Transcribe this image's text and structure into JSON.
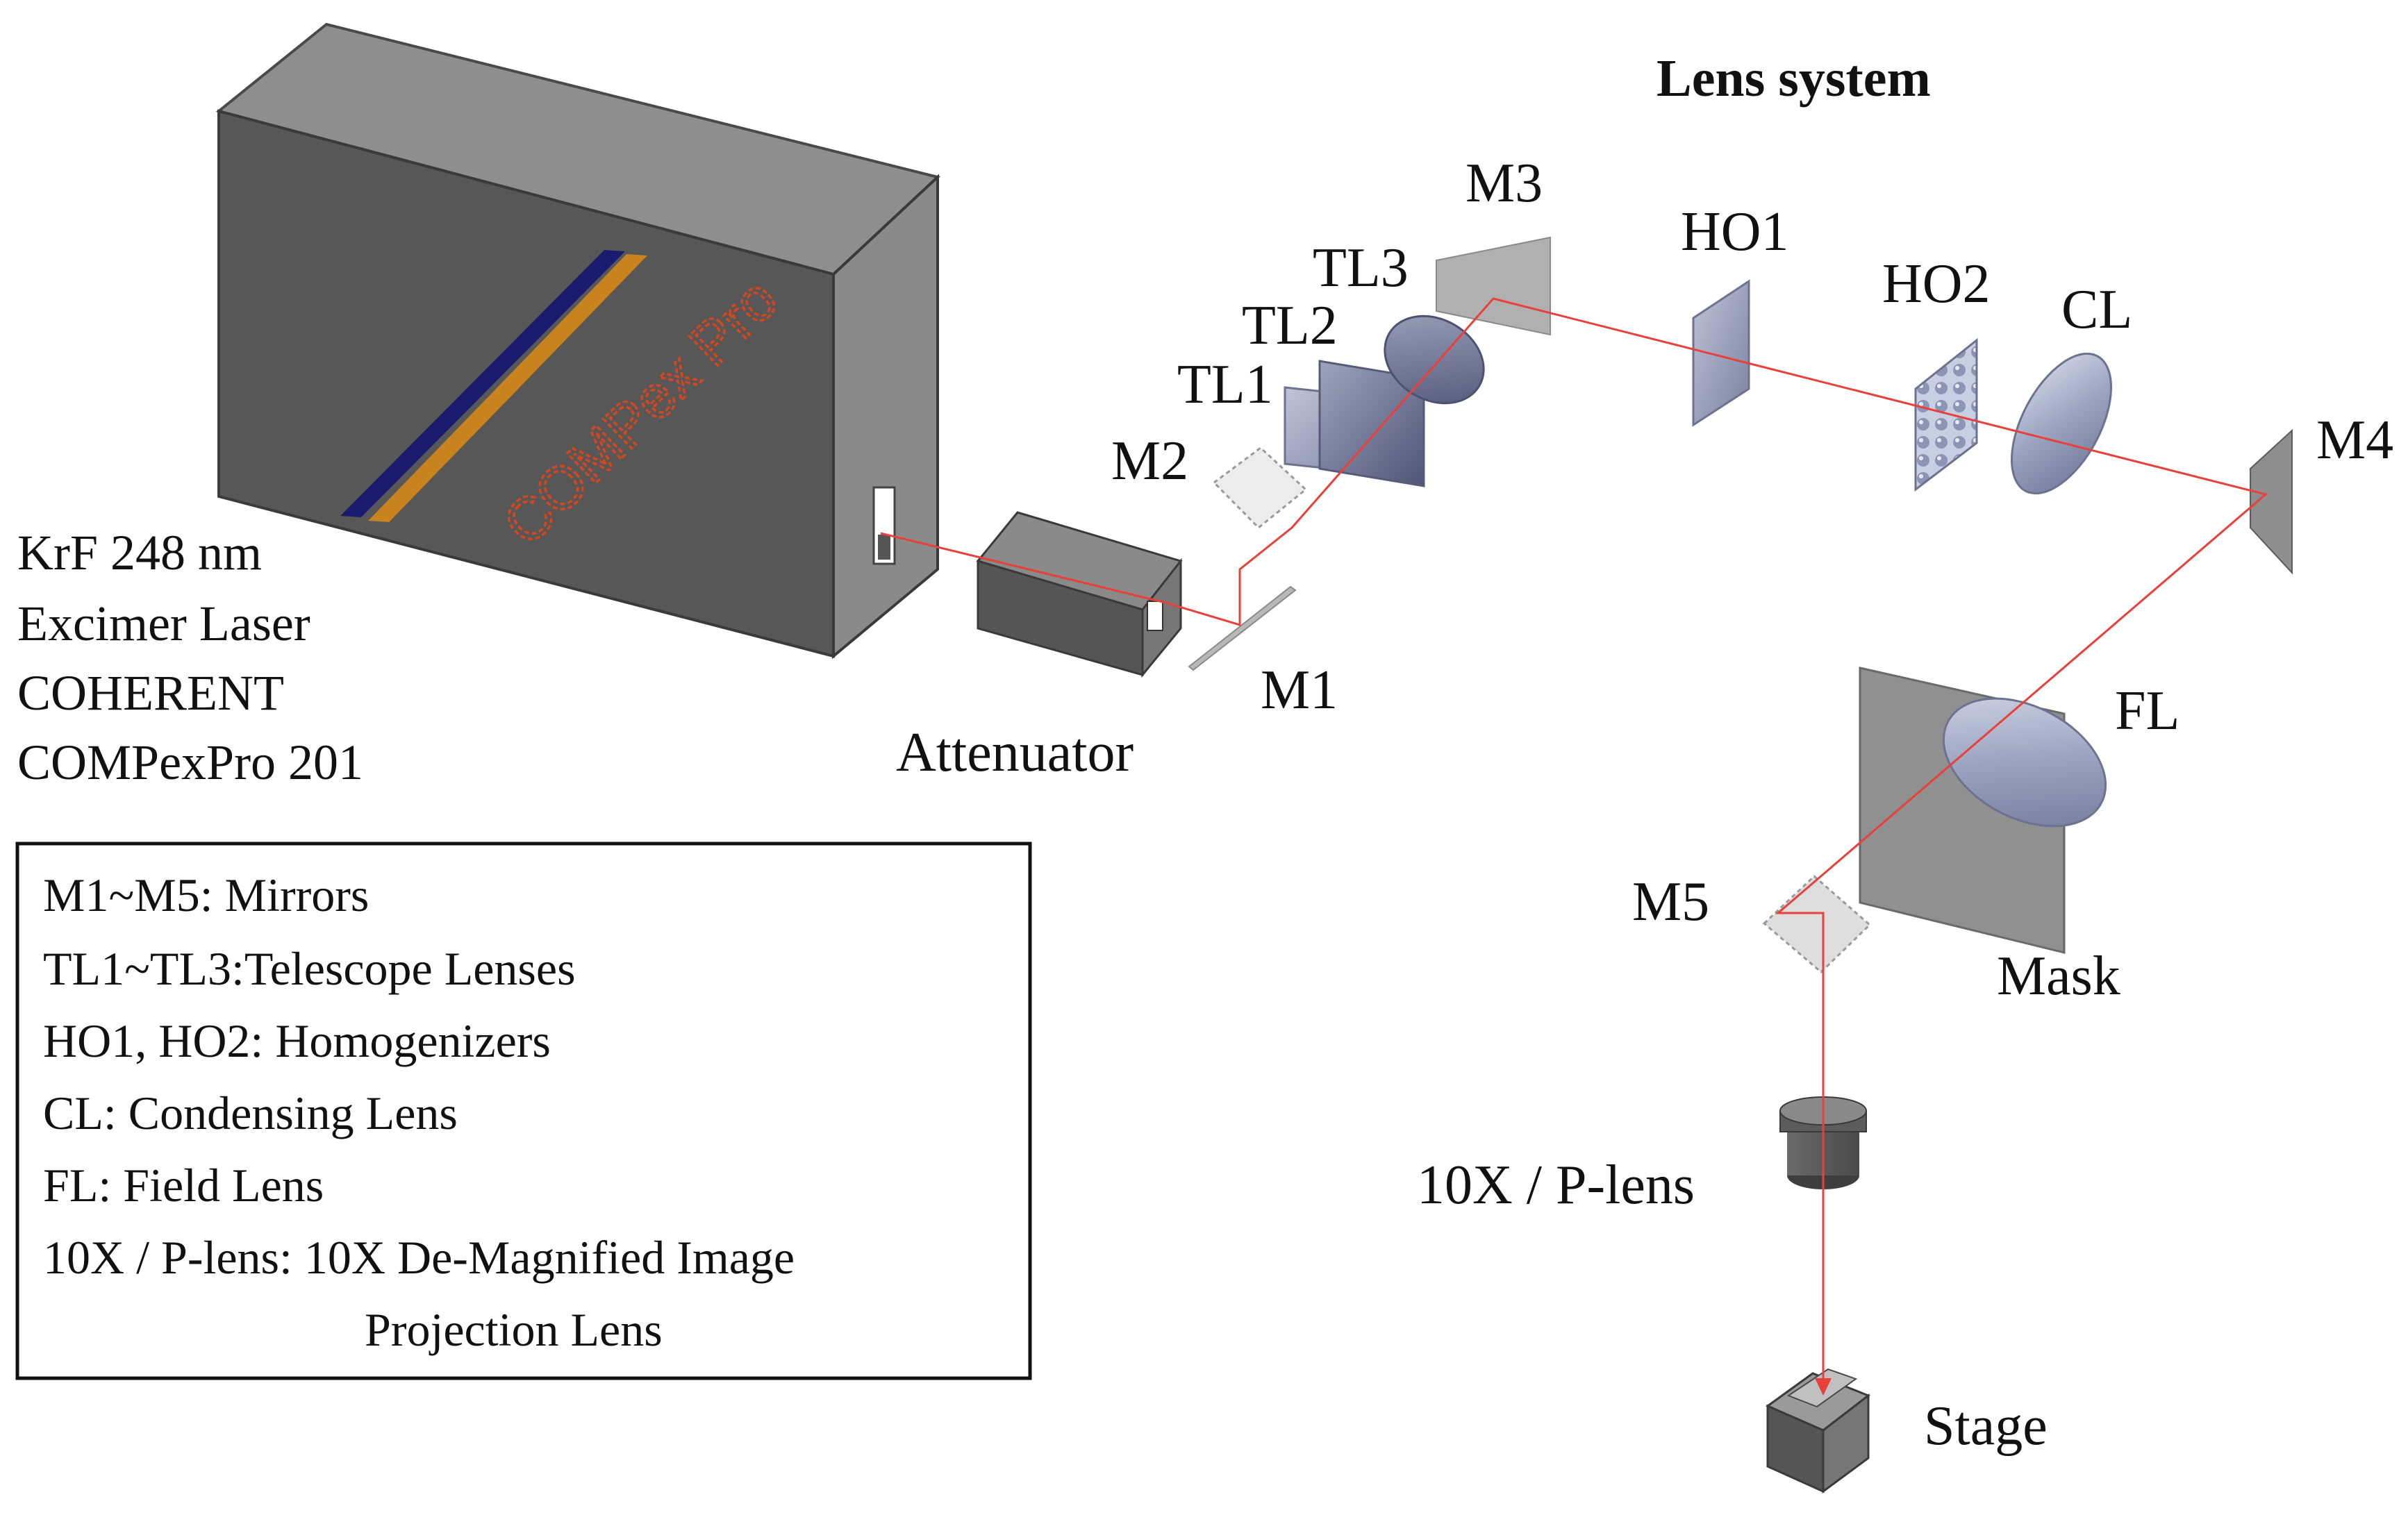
{
  "title": "Lens system",
  "laser": {
    "brand_text": "COMPex Pro",
    "lines": [
      "KrF 248 nm",
      "Excimer Laser",
      "COHERENT",
      "COMPexPro 201"
    ]
  },
  "components": {
    "attenuator": "Attenuator",
    "m1": "M1",
    "m2": "M2",
    "m3": "M3",
    "m4": "M4",
    "m5": "M5",
    "tl1": "TL1",
    "tl2": "TL2",
    "tl3": "TL3",
    "ho1": "HO1",
    "ho2": "HO2",
    "cl": "CL",
    "fl": "FL",
    "mask": "Mask",
    "plens": "10X / P-lens",
    "stage": "Stage"
  },
  "legend": {
    "lines": [
      "M1~M5: Mirrors",
      "TL1~TL3:Telescope Lenses",
      "HO1, HO2: Homogenizers",
      "CL: Condensing Lens",
      "FL: Field Lens",
      "10X / P-lens: 10X De-Magnified Image",
      "Projection Lens"
    ]
  },
  "colors": {
    "beam": "#e8403a",
    "laser_body": "#5e5e5e",
    "stripe_navy": "#1a1a6e",
    "stripe_orange": "#c8821e",
    "brand_text": "#d4461e"
  }
}
